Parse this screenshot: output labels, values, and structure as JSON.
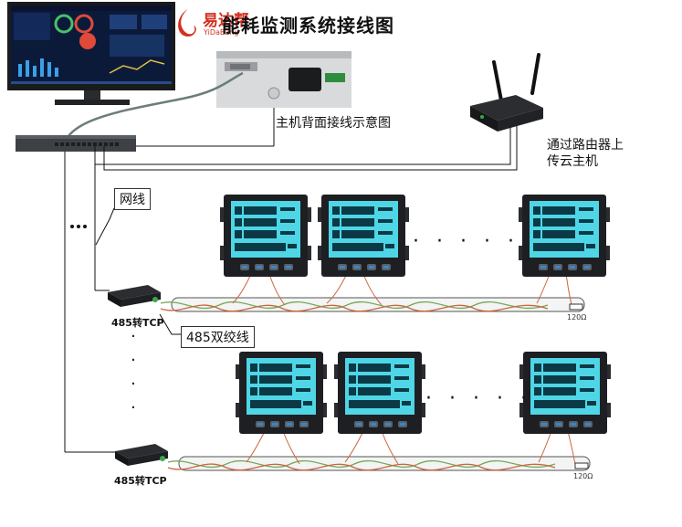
{
  "logo": {
    "brand_cn": "易达帮",
    "brand_en": "YiDaBang"
  },
  "title": "能耗监测系统接线图",
  "labels": {
    "host_back": "主机背面接线示意图",
    "router_line1": "通过路由器上",
    "router_line2": "传云主机",
    "network_cable": "网线",
    "converter_top": "485转TCP",
    "converter_bottom": "485转TCP",
    "twisted_pair": "485双绞线",
    "resistor_top": "120Ω",
    "resistor_bottom": "120Ω",
    "dots_row": "· · · · ·"
  },
  "colors": {
    "meter_bezel": "#1d1f22",
    "lcd": "#4fd6e6",
    "cable": "#6b7d7a",
    "twisted_green": "#77a957",
    "twisted_red": "#c9673d",
    "brand_red": "#d4301f"
  }
}
